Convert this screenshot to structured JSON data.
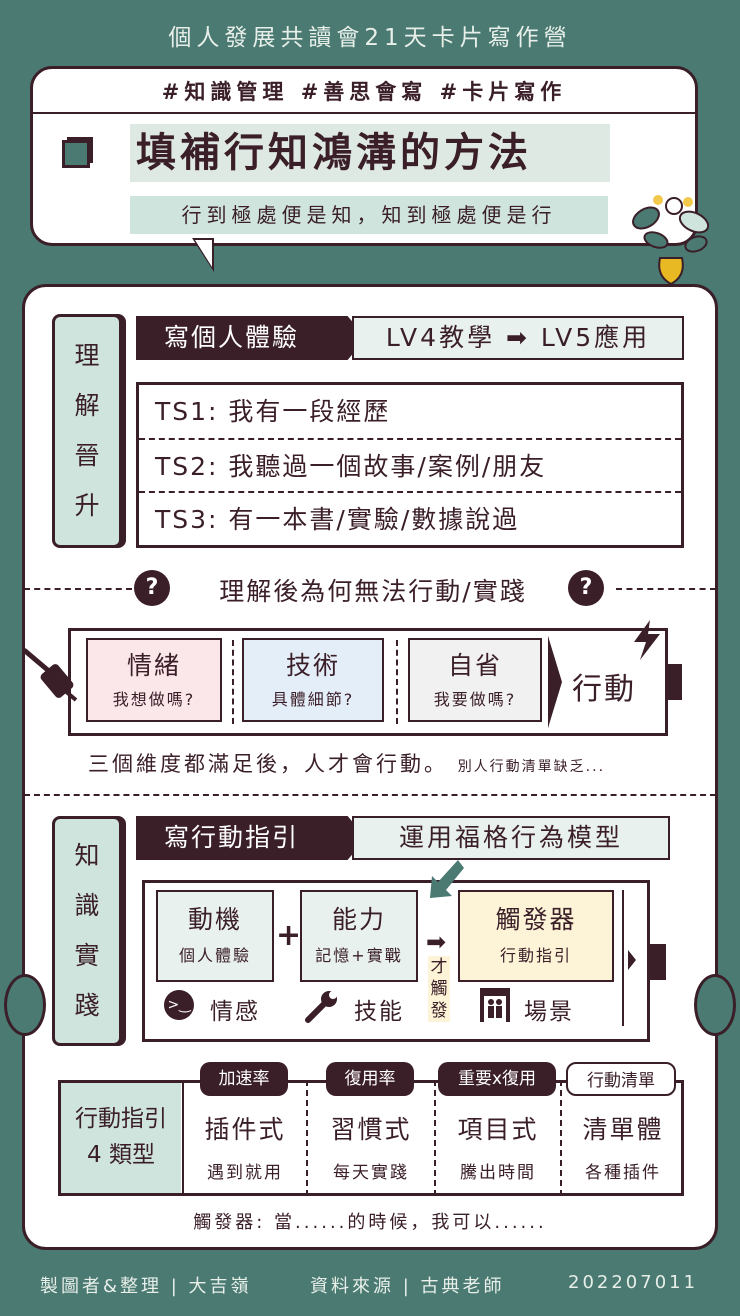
{
  "header_title": "個人發展共讀會21天卡片寫作營",
  "hashtags": "#知識管理 #善思會寫 #卡片寫作",
  "main_title": "填補行知鴻溝的方法",
  "subtitle": "行到極處便是知，知到極處便是行",
  "section1": {
    "tab": [
      "理",
      "解",
      "晉",
      "升"
    ],
    "dark_label": "寫個人體驗",
    "light_label": "LV4教學 ➡ LV5應用",
    "rows": [
      "TS1: 我有一段經歷",
      "TS2: 我聽過一個故事/案例/朋友",
      "TS3: 有一本書/實驗/數據說過"
    ]
  },
  "question": {
    "text": "理解後為何無法行動/實踐",
    "mark": "?"
  },
  "battery": {
    "cells": [
      {
        "big": "情緒",
        "small": "我想做嗎?"
      },
      {
        "big": "技術",
        "small": "具體細節?"
      },
      {
        "big": "自省",
        "small": "我要做嗎?"
      }
    ],
    "action": "行動"
  },
  "note": "三個維度都滿足後，人才會行動。",
  "note_small": "別人行動清單缺乏...",
  "section2": {
    "tab": [
      "知",
      "識",
      "實",
      "踐"
    ],
    "dark_label": "寫行動指引",
    "light_label": "運用福格行為模型",
    "boxes": [
      {
        "big": "動機",
        "small": "個人體驗"
      },
      {
        "big": "能力",
        "small": "記憶+實戰"
      },
      {
        "big": "觸發器",
        "small": "行動指引"
      }
    ],
    "plus": "+",
    "trigger_note": [
      "才",
      "觸",
      "發"
    ],
    "icons": [
      "情感",
      "技能",
      "場景"
    ]
  },
  "types": {
    "label_line1": "行動指引",
    "label_line2": "4 類型",
    "columns": [
      {
        "head": "加速率",
        "big": "插件式",
        "small": "遇到就用"
      },
      {
        "head": "復用率",
        "big": "習慣式",
        "small": "每天實踐"
      },
      {
        "head": "重要x復用",
        "big": "項目式",
        "small": "騰出時間"
      },
      {
        "head": "行動清單",
        "big": "清單體",
        "small": "各種插件"
      }
    ]
  },
  "trigger_sentence": "觸發器: 當......的時候，我可以......",
  "footer": {
    "author": "製圖者&整理 | 大吉嶺",
    "source": "資料來源 | 古典老師",
    "date": "202207011"
  },
  "colors": {
    "background": "#4a7a72",
    "dark": "#3a1e28",
    "mint": "#cfe4dd",
    "pink": "#fbe6ea",
    "blue": "#e4eef9",
    "yellow": "#fdf3d6"
  }
}
